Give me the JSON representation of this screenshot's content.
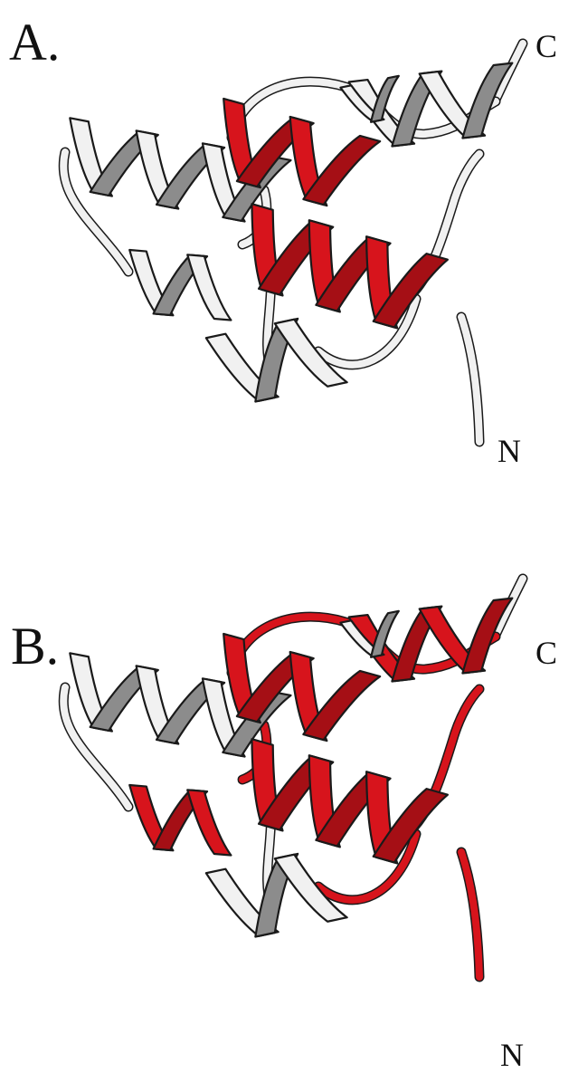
{
  "colors": {
    "highlight": "#d7141c",
    "helix_light": "#f1f1f1",
    "helix_shade": "#8c8c8c",
    "outline": "#1a1a1a"
  },
  "panels": [
    {
      "label": "A.",
      "c_terminus": "C",
      "n_terminus": "N",
      "highlighted_helices": [
        "helix-2",
        "helix-3"
      ]
    },
    {
      "label": "B.",
      "c_terminus": "C",
      "n_terminus": "N",
      "highlighted_helices": [
        "helix-2",
        "helix-3",
        "helix-4",
        "helix-5"
      ]
    }
  ]
}
